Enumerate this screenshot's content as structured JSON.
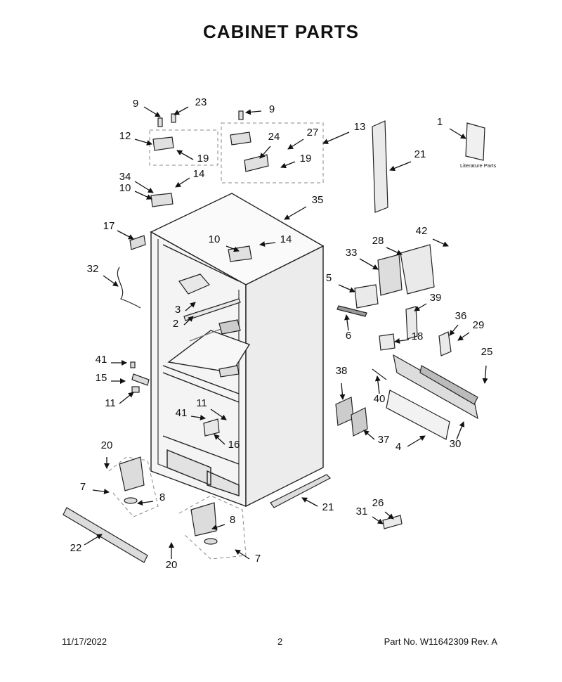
{
  "title": "CABINET PARTS",
  "literature_label": "Literature Parts",
  "callouts": [
    "9",
    "23",
    "12",
    "19",
    "34",
    "14",
    "10",
    "9",
    "24",
    "27",
    "13",
    "19",
    "1",
    "21",
    "35",
    "17",
    "10",
    "14",
    "42",
    "28",
    "33",
    "32",
    "5",
    "39",
    "3",
    "2",
    "6",
    "36",
    "29",
    "18",
    "25",
    "41",
    "15",
    "11",
    "38",
    "40",
    "11",
    "41",
    "16",
    "37",
    "4",
    "30",
    "20",
    "7",
    "8",
    "21",
    "26",
    "31",
    "22",
    "8",
    "7",
    "20"
  ],
  "footer": {
    "date": "11/17/2022",
    "page": "2",
    "part": "Part No.  W11642309  Rev.  A"
  }
}
